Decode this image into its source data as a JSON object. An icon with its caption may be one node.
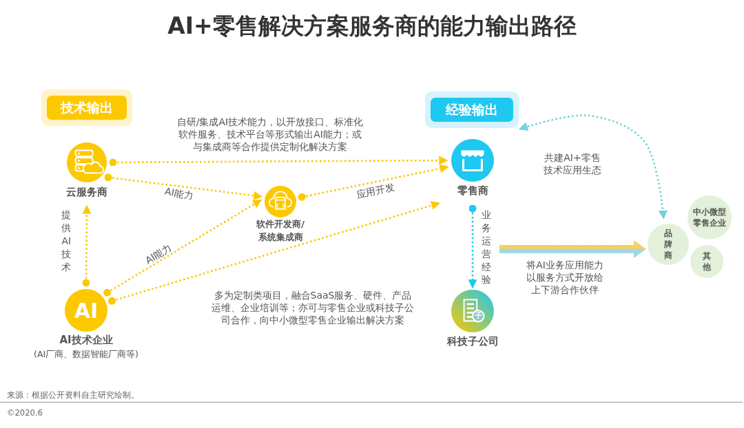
{
  "diagram": {
    "title": "AI+零售解决方案服务商的能力输出路径",
    "nodes": [
      {
        "text": [
          "技术输出"
        ]
      },
      {
        "text": [
          "经验输出"
        ]
      },
      {
        "text": [
          "云服务商"
        ]
      },
      {
        "text": [
          "软件开发商/系统集成商"
        ]
      },
      {
        "text": [
          "零售商"
        ]
      },
      {
        "text": [
          "AI",
          "AI技术企业"
        ],
        "beside": [
          "(AI厂商、数据智能厂商等)"
        ]
      },
      {
        "text": [
          "子",
          "科技子公司"
        ]
      },
      {
        "text": [
          "品牌商"
        ]
      },
      {
        "text": [
          "中小微型零售企业"
        ]
      },
      {
        "text": [
          "其他"
        ]
      }
    ],
    "edges": [
      {
        "from": 2,
        "to": 4,
        "arrow": "to",
        "label": "自研/集成AI技术能力，以开放接口、标准化软件服务、技术平台等形式输出AI能力；或与集成商等合作提供定制化解决方案"
      },
      {
        "from": 2,
        "to": 3,
        "arrow": "to",
        "label": "AI能力"
      },
      {
        "from": 3,
        "to": 4,
        "arrow": "to",
        "label": "应用开发"
      },
      {
        "from": 5,
        "to": 2,
        "arrow": "to",
        "label": "提供AI技术"
      },
      {
        "from": 5,
        "to": 3,
        "arrow": "to",
        "label": "AI能力"
      },
      {
        "from": 5,
        "to": 4,
        "arrow": "to",
        "label": "多为定制类项目，融合SaaS服务、硬件、产品运维、企业培训等；亦可与零售企业或科技子公司合作，向中小微型零售企业输出解决方案"
      },
      {
        "from": 4,
        "to": 6,
        "arrow": "to",
        "label": "业务运营经验",
        "color": "#1ec8f0"
      },
      {
        "from": 1,
        "to": 7,
        "arrow": "both",
        "label": "共建AI+零售技术应用生态",
        "color": "#6fd3d8"
      },
      {
        "from": null,
        "to": 7,
        "arrow": "to",
        "label": "将AI业务应用能力以服务方式开放给上下游合作伙伴",
        "style": "thick"
      }
    ],
    "labels": [
      "来源：根据公开资料自主研究绘制。",
      "©2020.6"
    ]
  }
}
